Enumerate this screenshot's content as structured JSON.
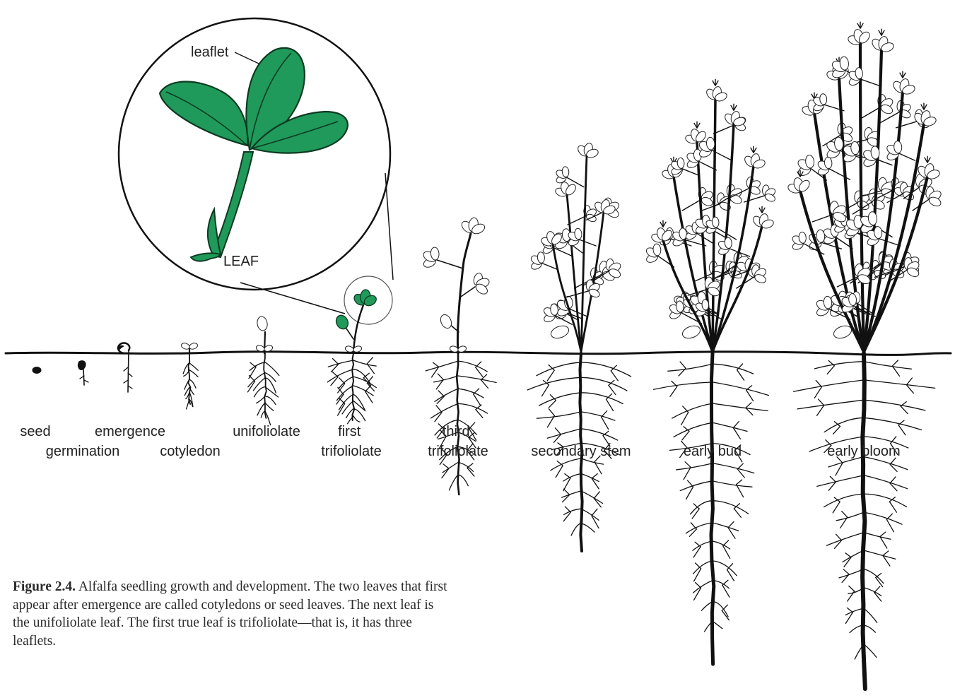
{
  "colors": {
    "leaf_green": "#1f9a5a",
    "leaf_outline": "#0d3b22",
    "ink": "#111111"
  },
  "inset": {
    "leaflet_label": "leaflet",
    "leaf_label": "LEAF"
  },
  "stages": [
    {
      "id": "seed",
      "label": [
        "seed"
      ]
    },
    {
      "id": "germination",
      "label": [
        "germination"
      ]
    },
    {
      "id": "emergence",
      "label": [
        "emergence"
      ]
    },
    {
      "id": "cotyledon",
      "label": [
        "cotyledon"
      ]
    },
    {
      "id": "unifoliolate",
      "label": [
        "unifoliolate"
      ]
    },
    {
      "id": "first-trifoliolate",
      "label": [
        "first",
        "trifoliolate"
      ]
    },
    {
      "id": "third-trifoliolate",
      "label": [
        "third",
        "trifoliolate"
      ]
    },
    {
      "id": "secondary-stem",
      "label": [
        "secondary stem"
      ]
    },
    {
      "id": "early-bud",
      "label": [
        "early bud"
      ]
    },
    {
      "id": "early-bloom",
      "label": [
        "early bloom"
      ]
    }
  ],
  "caption": {
    "figure": "Figure 2.4.",
    "text": "Alfalfa seedling growth and development. The two leaves that first appear after emergence are called cotyledons or seed leaves. The next leaf is the unifoliolate leaf. The first true leaf is trifoliolate—that is, it has three leaflets."
  }
}
